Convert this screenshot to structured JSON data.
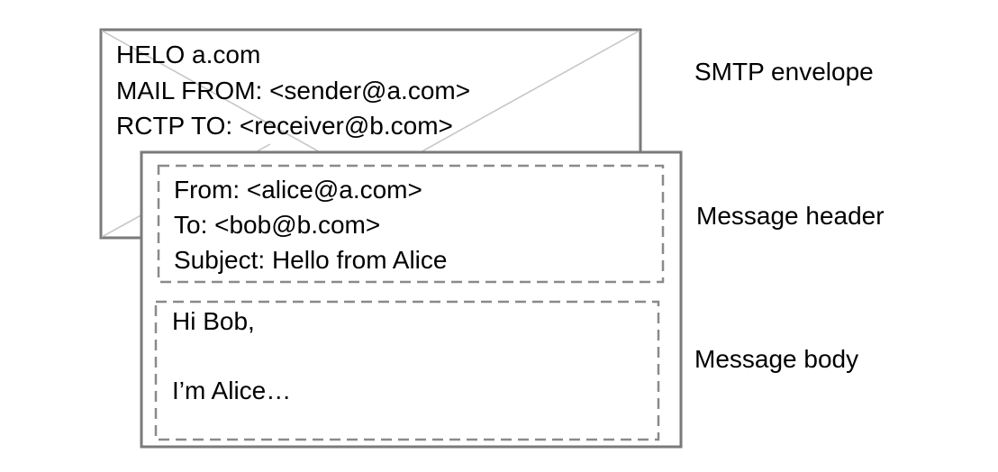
{
  "envelope": {
    "lines": [
      "HELO a.com",
      "MAIL FROM: <sender@a.com>",
      "RCTP TO: <receiver@b.com>"
    ],
    "label": "SMTP envelope"
  },
  "header": {
    "lines": [
      "From: <alice@a.com>",
      "To: <bob@b.com>",
      "Subject: Hello from Alice"
    ],
    "label": "Message header"
  },
  "body": {
    "lines": [
      "Hi Bob,",
      "",
      "I’m Alice…"
    ],
    "label": "Message body"
  },
  "colors": {
    "border": "#7a7a7a",
    "envelope_flap": "#c4c4c4",
    "dash": "#8a8a8a"
  }
}
